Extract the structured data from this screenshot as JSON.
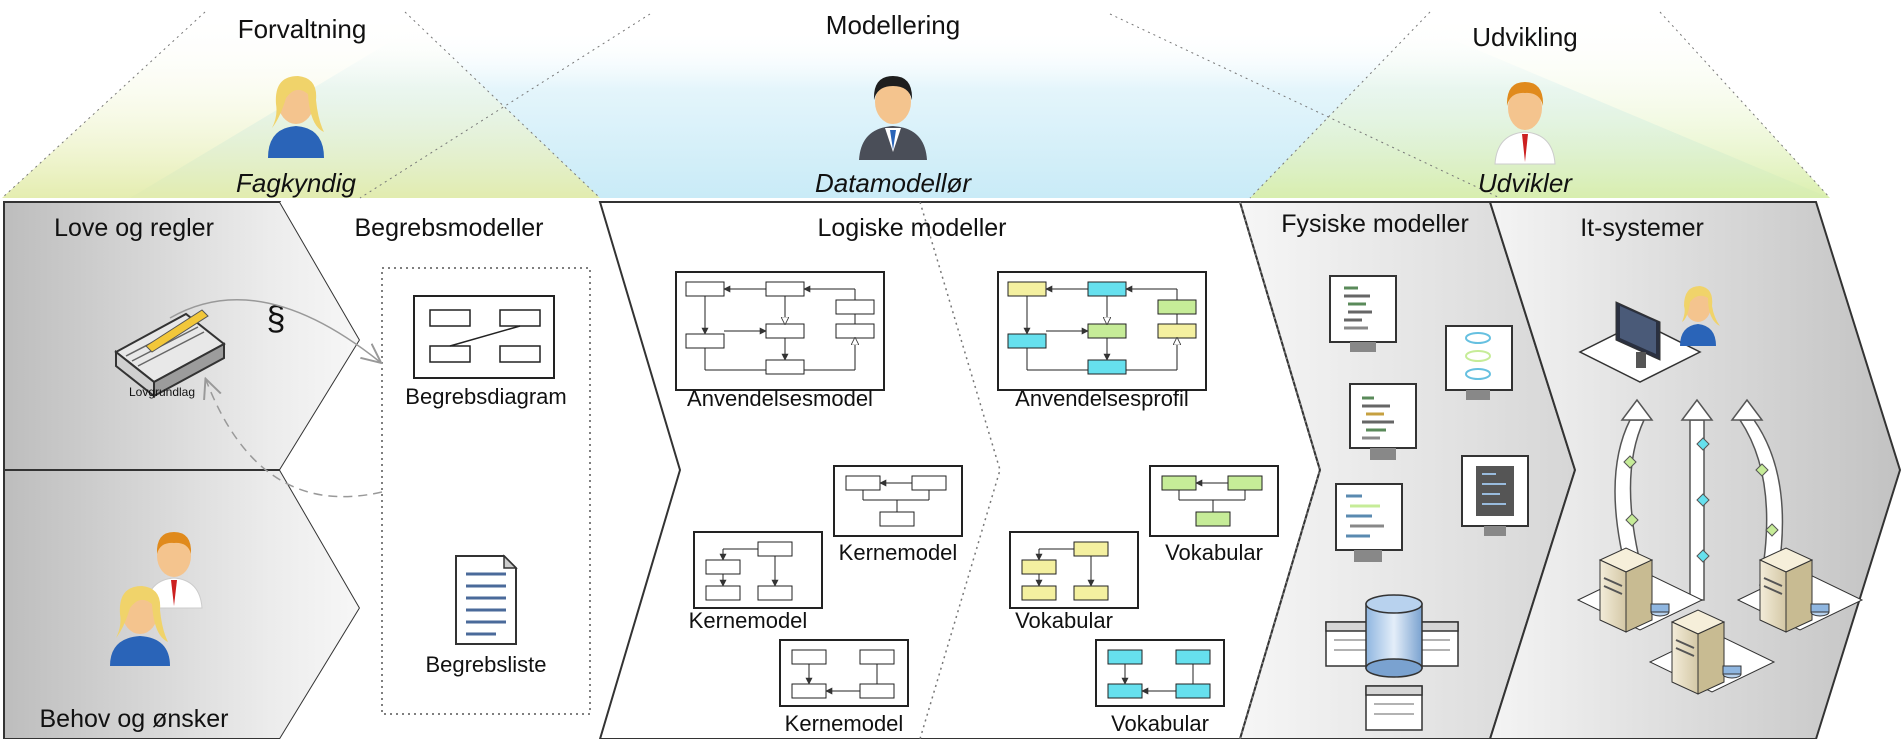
{
  "roles": [
    {
      "title": "Forvaltning",
      "subtitle": "Fagkyndig"
    },
    {
      "title": "Modellering",
      "subtitle": "Datamodellør"
    },
    {
      "title": "Udvikling",
      "subtitle": "Udvikler"
    }
  ],
  "sections": {
    "love": "Love og regler",
    "behov": "Behov og ønsker",
    "begreb": "Begrebsmodeller",
    "logiske": "Logiske modeller",
    "fysiske": "Fysiske modeller",
    "it": "It-systemer"
  },
  "labels": {
    "paragraph": "§",
    "lovgrundlag": "Lovgrundlag",
    "begrebsdiagram": "Begrebsdiagram",
    "begrebsliste": "Begrebsliste",
    "anvendelsesmodel": "Anvendelsesmodel",
    "anvendelsesprofil": "Anvendelsesprofil",
    "kernemodel_1": "Kernemodel",
    "kernemodel_2": "Kernemodel",
    "kernemodel_3": "Kernemodel",
    "vokabular_1": "Vokabular",
    "vokabular_2": "Vokabular",
    "vokabular_3": "Vokabular"
  },
  "colors": {
    "forvaltning_zone": "#e6eeb0",
    "modellering_zone": "#d4eef8",
    "udvikling_zone": "#dff0b8",
    "panel_gray": "#d8d8d8",
    "cyan_box": "#66e0ee",
    "yellow_box": "#f4f0a0",
    "green_box": "#c6ec98",
    "shirt_blue": "#2a64b8"
  },
  "icons": [
    "book-icon",
    "person-female-icon",
    "person-male-suit-icon",
    "person-male-tie-icon",
    "document-list-icon",
    "database-icon",
    "server-icon",
    "monitor-user-icon"
  ]
}
